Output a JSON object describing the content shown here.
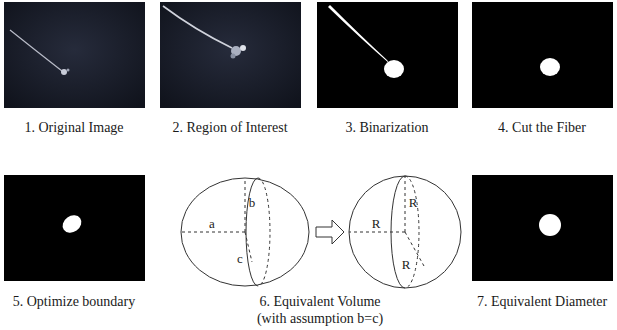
{
  "diagram": {
    "labels": [
      "1. Original Image",
      "2. Region of Interest",
      "3. Binarization",
      "4. Cut the Fiber",
      "5. Optimize boundary",
      "a",
      "b",
      "c",
      "R",
      "R",
      "R",
      "6. Equivalent Volume (with assumption b=c)",
      "7. Equivalent Diameter"
    ]
  }
}
